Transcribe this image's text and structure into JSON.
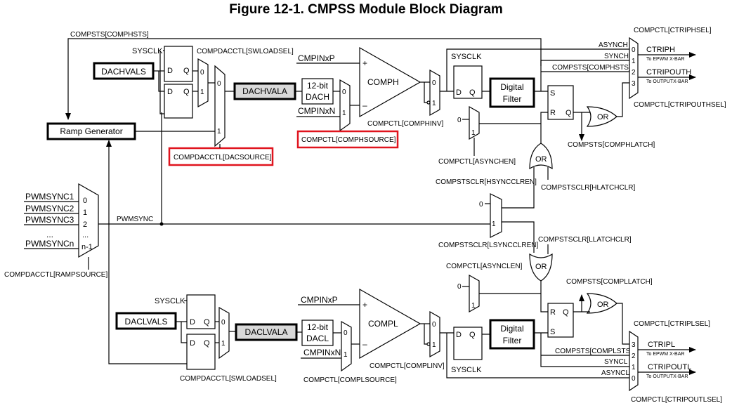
{
  "title": "Figure 12-1. CMPSS Module Block Diagram",
  "labels": {
    "compsts_comphsts_top": "COMPSTS[COMPHSTS]",
    "sysclk": "SYSCLK",
    "compdacctl_swloadsel": "COMPDACCTL[SWLOADSEL]",
    "dachvals": "DACHVALS",
    "dachvala": "DACHVALA",
    "dacd": "D",
    "dacq": "Q",
    "ramp_generator": "Ramp Generator",
    "compdacctl_dacsource": "COMPDACCTL[DACSOURCE]",
    "cmpinxp": "CMPINxP",
    "cmpinxn": "CMPINxN",
    "dach_line1": "12-bit",
    "dach_line2": "DACH",
    "dacl_line1": "12-bit",
    "dacl_line2": "DACL",
    "comph": "COMPH",
    "compl": "COMPL",
    "plus": "+",
    "minus": "–",
    "compctl_comphsource": "COMPCTL[COMPHSOURCE]",
    "compctl_comphinv": "COMPCTL[COMPHINV]",
    "compctl_asynchen": "COMPCTL[ASYNCHEN]",
    "digital_filter_line1": "Digital",
    "digital_filter_line2": "Filter",
    "asynch": "ASYNCH",
    "synch": "SYNCH",
    "compsts_comphsts": "COMPSTS[COMPHSTS]",
    "compctl_ctriphsel": "COMPCTL[CTRIPHSEL]",
    "ctriph": "CTRIPH",
    "to_epwm_xbar": "To EPWM X-BAR",
    "ctripouth": "CTRIPOUTH",
    "to_outputx_bar": "To OUTPUTX-BAR",
    "compctl_ctripouthsel": "COMPCTL[CTRIPOUTHSEL]",
    "or": "OR",
    "s": "S",
    "r": "R",
    "compsts_comphlatch": "COMPSTS[COMPHLATCH]",
    "compstsclr_hsyncclren": "COMPSTSCLR[HSYNCCLREN]",
    "compstsclr_hlatchclr": "COMPSTSCLR[HLATCHCLR]",
    "pwmsync": "PWMSYNC",
    "pwmsync1": "PWMSYNC1",
    "pwmsync2": "PWMSYNC2",
    "pwmsync3": "PWMSYNC3",
    "ellipsis": "...",
    "pwmsyncn": "PWMSYNCn",
    "compdacctl_rampsource": "COMPDACCTL[RAMPSOURCE]",
    "compstsclr_lsyncclren": "COMPSTSCLR[LSYNCCLREN]",
    "compstsclr_llatchclr": "COMPSTSCLR[LLATCHCLR]",
    "compctl_asynclen": "COMPCTL[ASYNCLEN]",
    "compsts_compllatch": "COMPSTS[COMPLLATCH]",
    "daclvals": "DACLVALS",
    "daclvala": "DACLVALA",
    "compctl_ctriplsel": "COMPCTL[CTRIPLSEL]",
    "ctripl": "CTRIPL",
    "compsts_complsts": "COMPSTS[COMPLSTS]",
    "syncl": "SYNCL",
    "asyncl": "ASYNCL",
    "ctripoutl": "CTRIPOUTL",
    "compctl_ctripoutlsel": "COMPCTL[CTRIPOUTLSEL]",
    "compdacctl_swloadsel_low": "COMPDACCTL[SWLOADSEL]",
    "compctl_complsource": "COMPCTL[COMPLSOURCE]",
    "compctl_complinv": "COMPCTL[COMPLINV]",
    "n0": "0",
    "n1": "1",
    "n2": "2",
    "n3": "3",
    "nn1": "n-1"
  },
  "colors": {
    "highlight": "#e0141e",
    "register_fill": "#d9d9d9"
  }
}
